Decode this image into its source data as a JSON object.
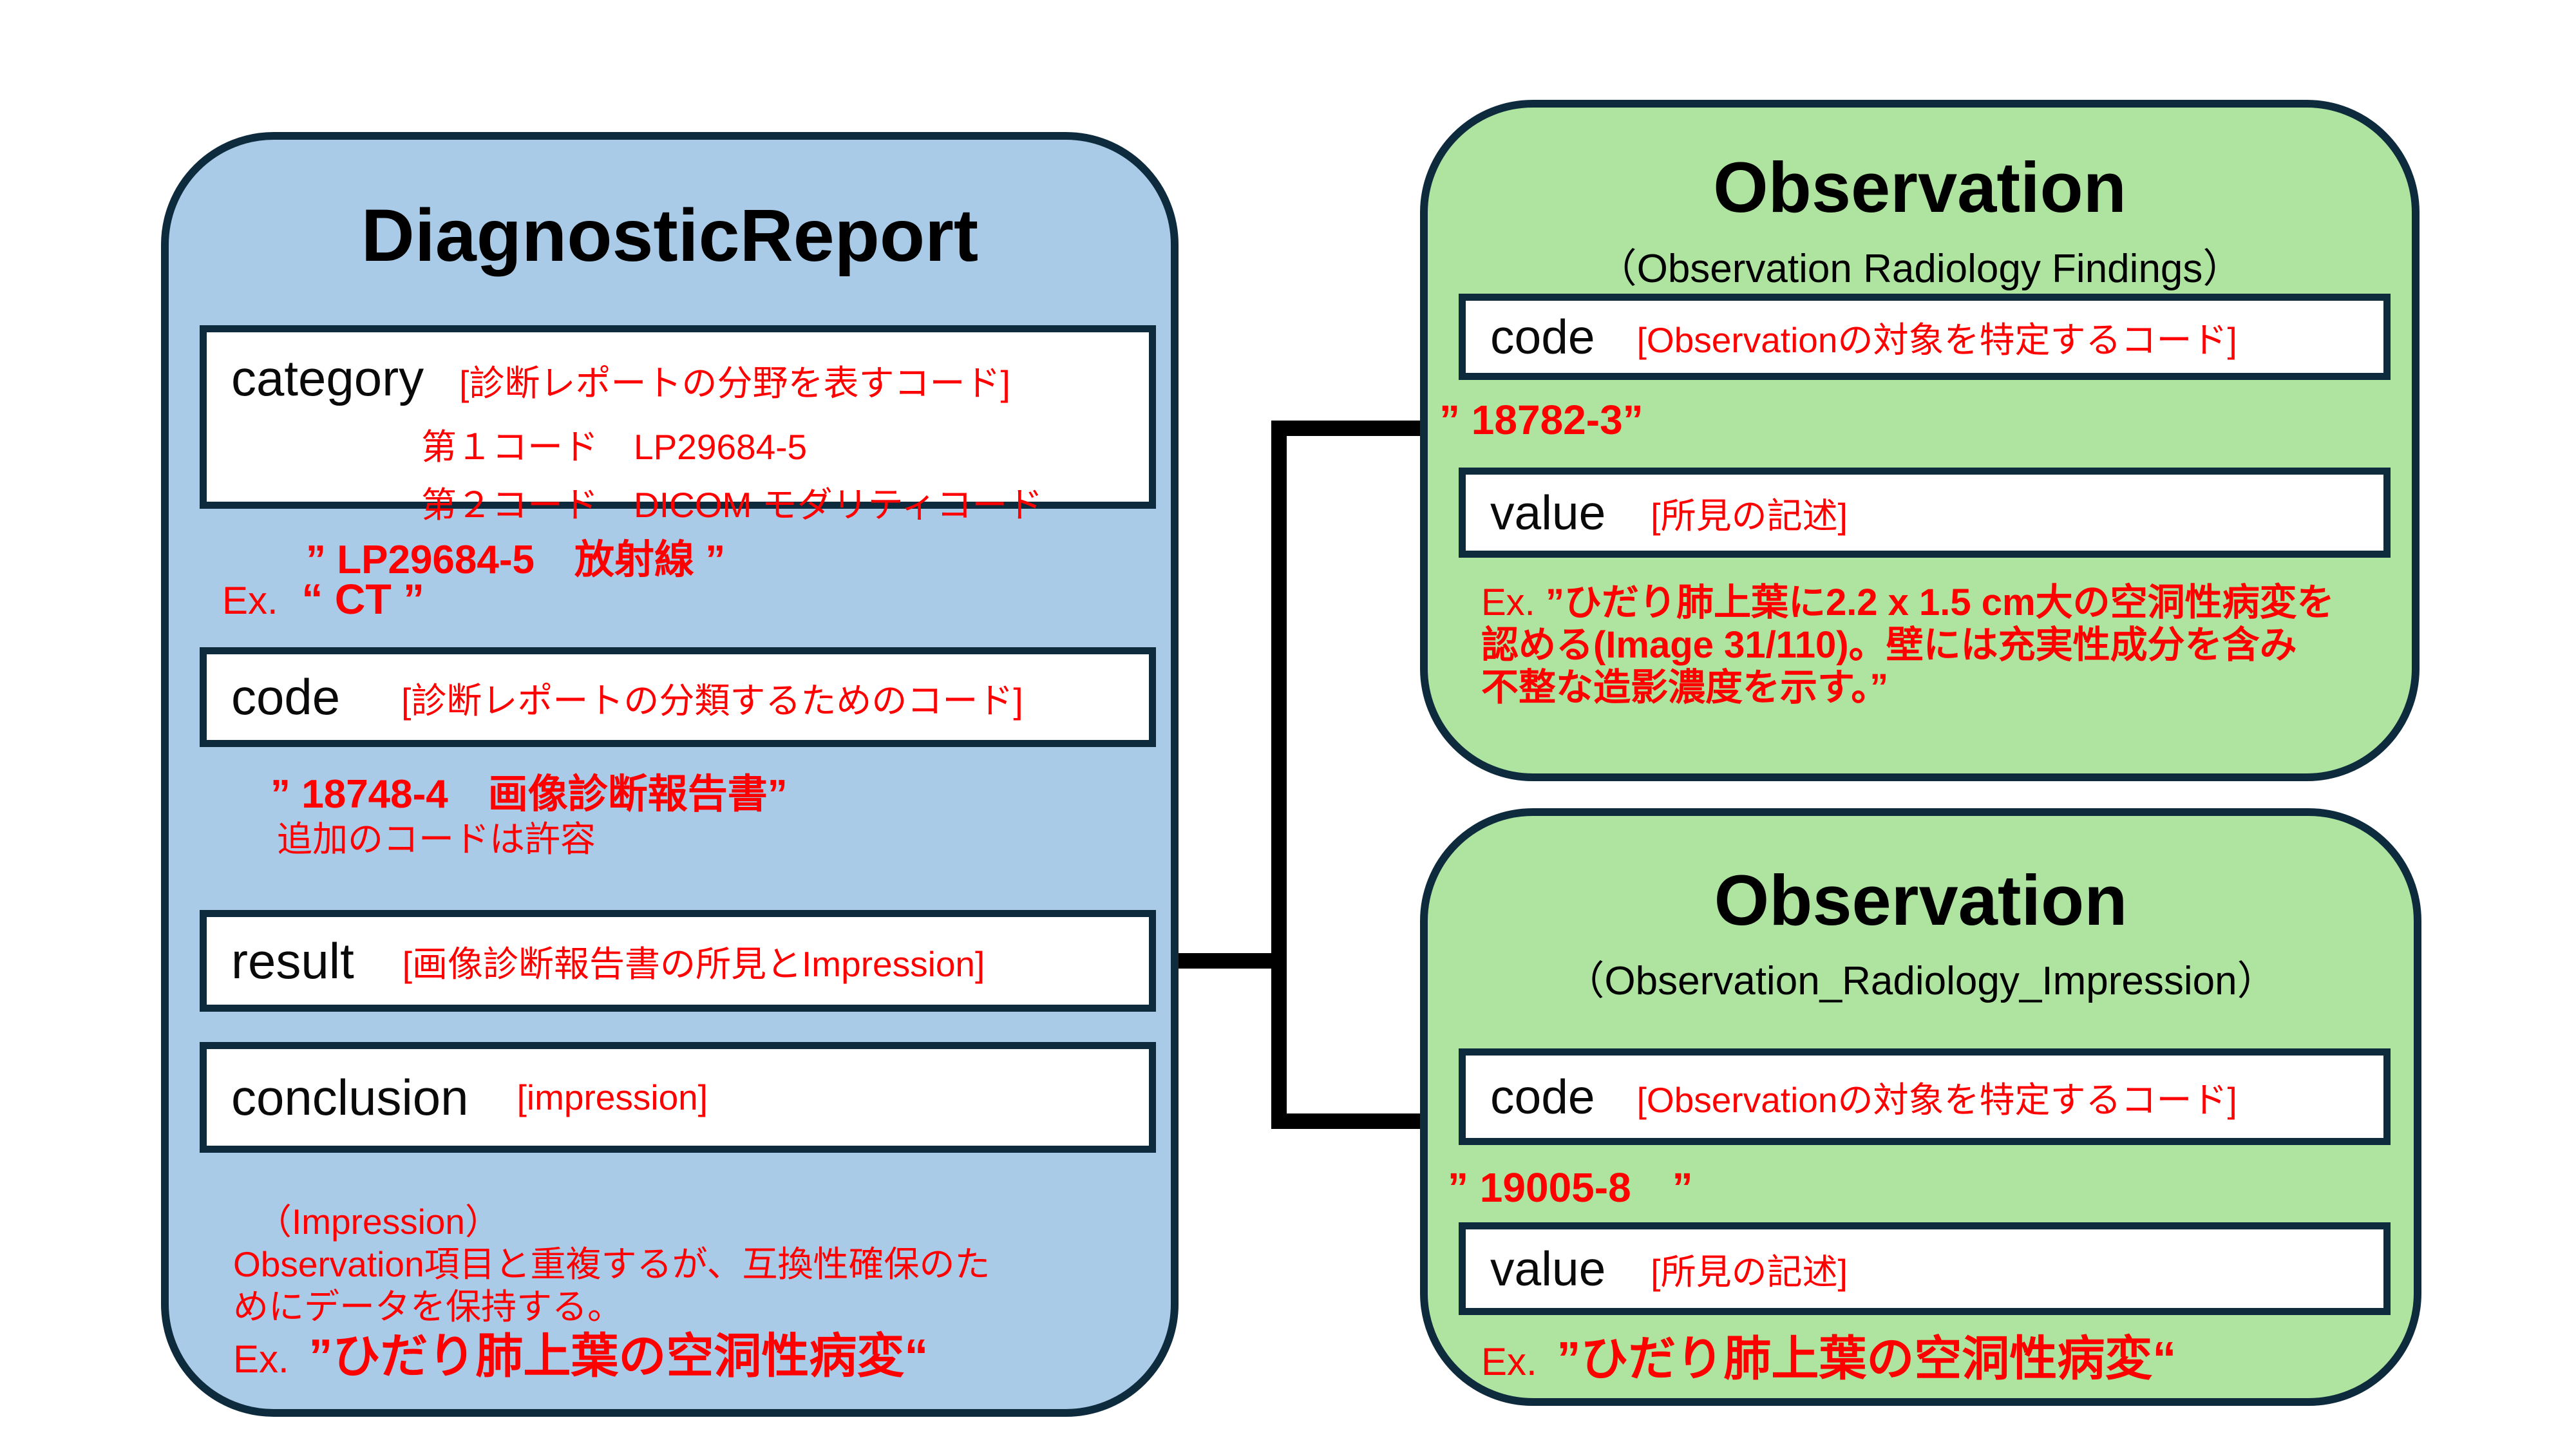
{
  "colors": {
    "blue_fill": "#a9cbe8",
    "green_fill": "#aee3a0",
    "border": "#0e2b3d",
    "red": "#ff0000",
    "black": "#000000"
  },
  "diagnostic_report": {
    "title": "DiagnosticReport",
    "category": {
      "label": "category",
      "annotation": "[診断レポートの分野を表すコード]",
      "line2": "第１コード　LP29684-5",
      "line3": "第２コード　DICOM モダリティコード",
      "example_value": "” LP29684-5　放射線 ”",
      "ex_prefix": "Ex.",
      "ex_value": "“ CT ”"
    },
    "code": {
      "label": "code",
      "annotation": "[診断レポートの分類するためのコード]",
      "example_value": "” 18748-4　画像診断報告書”",
      "example_note": "追加のコードは許容"
    },
    "result": {
      "label": "result",
      "annotation": "[画像診断報告書の所見とImpression]"
    },
    "conclusion": {
      "label": "conclusion",
      "annotation": "[impression]",
      "note1": "（Impression）",
      "note2": "Observation項目と重複するが、互換性確保のた",
      "note3": "めにデータを保持する。",
      "ex_prefix": "Ex.",
      "ex_value": "”ひだり肺上葉の空洞性病変“"
    }
  },
  "observation_findings": {
    "title": "Observation",
    "subtitle": "（Observation Radiology Findings）",
    "code": {
      "label": "code",
      "annotation": "[Observationの対象を特定するコード]"
    },
    "code_value": "” 18782-3”",
    "value": {
      "label": "value",
      "annotation": "[所見の記述]"
    },
    "example": {
      "ex_prefix": "Ex.",
      "line1": "”ひだり肺上葉に2.2 x 1.5 cm大の空洞性病変を",
      "line2": "認める(Image 31/110)。壁には充実性成分を含み",
      "line3": "不整な造影濃度を示す。”"
    }
  },
  "observation_impression": {
    "title": "Observation",
    "subtitle": "（Observation_Radiology_Impression）",
    "code": {
      "label": "code",
      "annotation": "[Observationの対象を特定するコード]"
    },
    "code_value": "” 19005-8　”",
    "value": {
      "label": "value",
      "annotation": "[所見の記述]"
    },
    "example": {
      "ex_prefix": "Ex.",
      "ex_value": "”ひだり肺上葉の空洞性病変“"
    }
  }
}
